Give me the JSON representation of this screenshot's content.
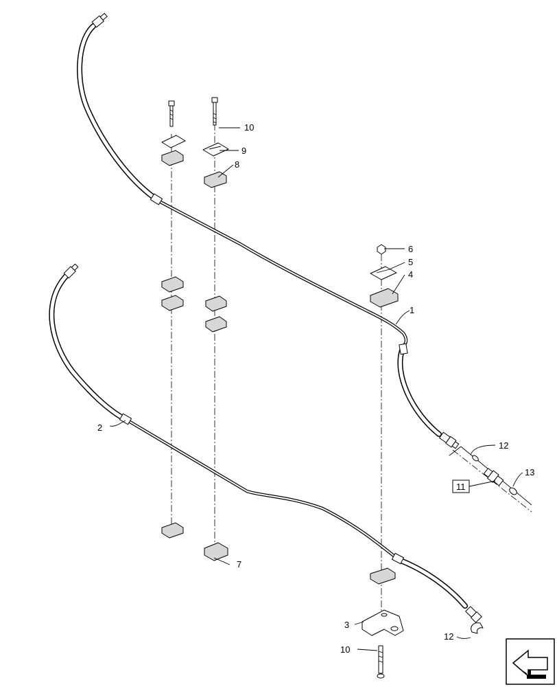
{
  "callouts": {
    "c1": "1",
    "c2": "2",
    "c3": "3",
    "c4": "4",
    "c5": "5",
    "c6": "6",
    "c7": "7",
    "c8": "8",
    "c9": "9",
    "c10a": "10",
    "c10b": "10",
    "c11": "11",
    "c12a": "12",
    "c12b": "12",
    "c13": "13"
  },
  "icons": {
    "corner": "direction-arrow-icon"
  }
}
